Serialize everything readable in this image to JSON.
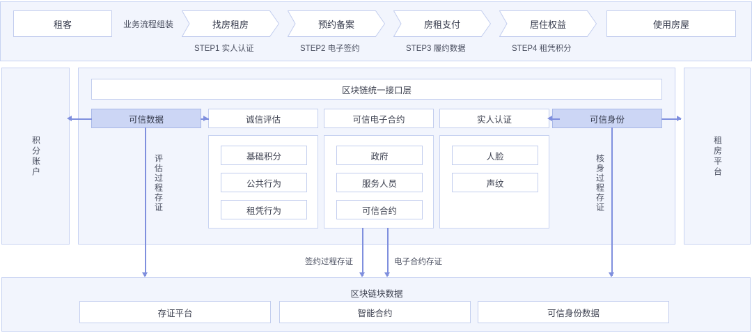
{
  "flow": {
    "actor": "租客",
    "assembly_label": "业务流程组装",
    "steps": [
      {
        "title": "找房租房",
        "caption": "STEP1 实人认证"
      },
      {
        "title": "预约备案",
        "caption": "STEP2 电子签约"
      },
      {
        "title": "房租支付",
        "caption": "STEP3 履约数据"
      },
      {
        "title": "居住权益",
        "caption": "STEP4 租凭积分"
      }
    ],
    "end": "使用房屋"
  },
  "left_panel": {
    "label": "积分账户"
  },
  "right_panel": {
    "label": "租房平台"
  },
  "core": {
    "interface_layer": "区块链统一接口层",
    "trusted_data": "可信数据",
    "trusted_identity": "可信身份",
    "vertical_left": "评估过程存证",
    "vertical_right": "核身过程存证",
    "columns": [
      {
        "header": "诚信评估",
        "items": [
          "基础积分",
          "公共行为",
          "租凭行为"
        ]
      },
      {
        "header": "可信电子合约",
        "items": [
          "政府",
          "服务人员",
          "可信合约"
        ]
      },
      {
        "header": "实人认证",
        "items": [
          "人脸",
          "声纹"
        ]
      }
    ]
  },
  "connectors": {
    "sign_process": "签约过程存证",
    "e_contract": "电子合约存证"
  },
  "bottom": {
    "title": "区块链块数据",
    "items": [
      "存证平台",
      "智能合约",
      "可信身份数据"
    ]
  },
  "colors": {
    "panel_bg": "#f2f5fd",
    "panel_border": "#c7d2f2",
    "box_border": "#c2cdee",
    "highlight_fill": "#ccd6f5",
    "highlight_border": "#a8b8e8",
    "arrow": "#7f8fde",
    "text": "#3d4150"
  }
}
